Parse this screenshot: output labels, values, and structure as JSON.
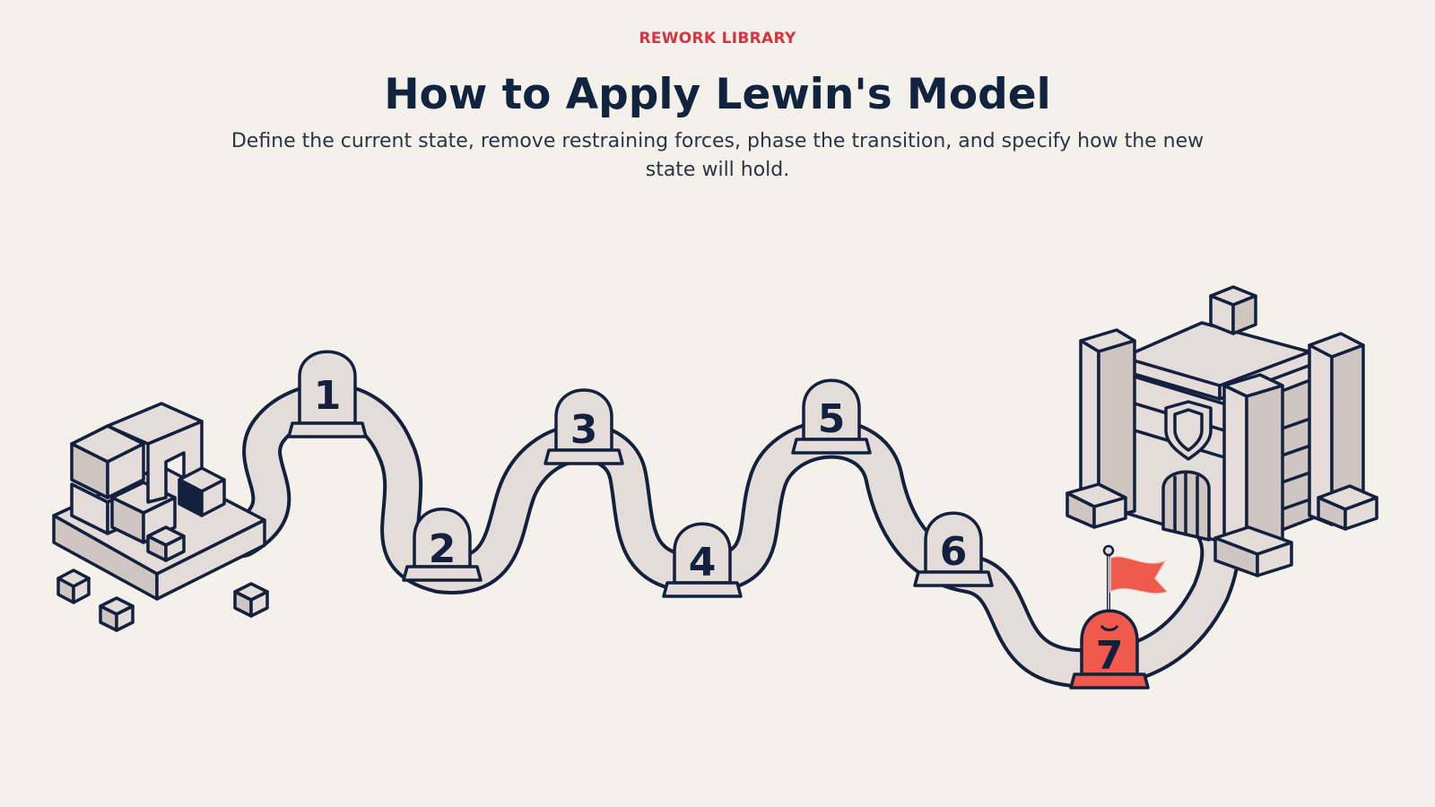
{
  "header": {
    "eyebrow": "REWORK LIBRARY",
    "title": "How to Apply Lewin's Model",
    "subtitle": "Define the current state, remove restraining forces, phase the transition, and specify how the new state will hold."
  },
  "diagram": {
    "start_icon": "block-pile-icon",
    "end_icon": "castle-icon",
    "goal_icon": "flag-icon",
    "milestones": [
      {
        "number": "1"
      },
      {
        "number": "2"
      },
      {
        "number": "3"
      },
      {
        "number": "4"
      },
      {
        "number": "5"
      },
      {
        "number": "6"
      },
      {
        "number": "7",
        "highlight": true
      }
    ],
    "colors": {
      "accent": "#ef5a4c",
      "ink": "#13213f",
      "stone": "#e3dcd8",
      "background": "#f4f1ea",
      "eyebrow": "#d9333f"
    }
  }
}
